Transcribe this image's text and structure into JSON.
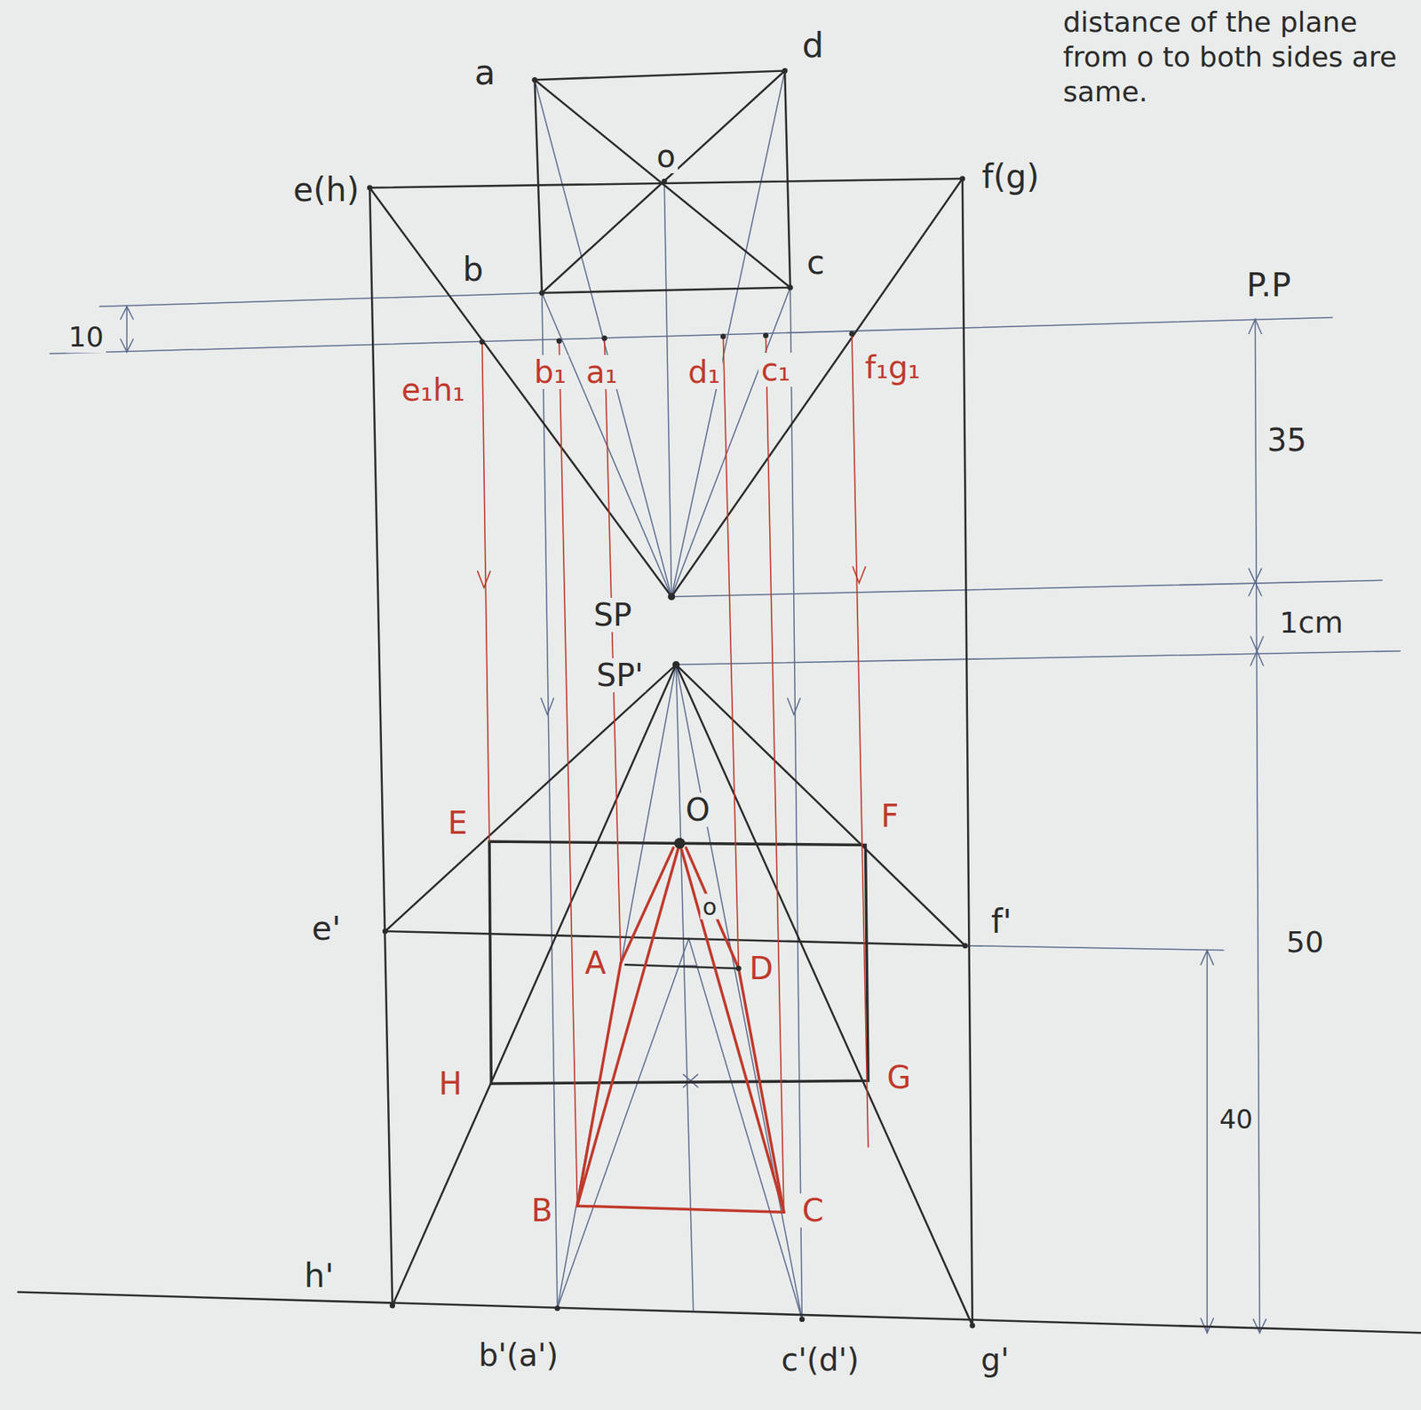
{
  "diagram": {
    "labels": [
      "distance of the plane from o to both sides are same.",
      "a",
      "d",
      "o",
      "e(h)",
      "f(g)",
      "b",
      "c",
      "P.P",
      "10",
      "e₁h₁",
      "b₁",
      "a₁",
      "d₁",
      "c₁",
      "f₁g₁",
      "35",
      "SP",
      "1cm",
      "SP'",
      "E",
      "O",
      "F",
      "e'",
      "o",
      "f'",
      "A",
      "D",
      "50",
      "H",
      "G",
      "40",
      "h'",
      "B",
      "C",
      "b'(a')",
      "c'(d')",
      "g'"
    ]
  }
}
